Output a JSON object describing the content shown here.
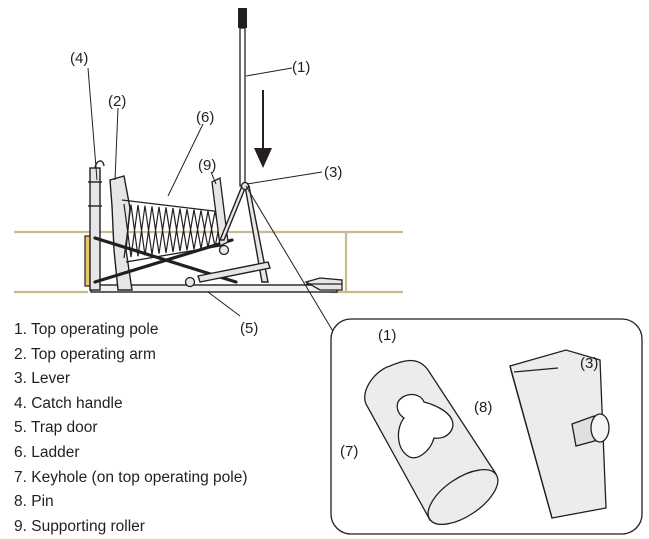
{
  "callouts": {
    "top_operating_pole": "(1)",
    "top_operating_arm": "(2)",
    "lever": "(3)",
    "catch_handle": "(4)",
    "trap_door": "(5)",
    "ladder": "(6)",
    "supporting_roller": "(9)",
    "detail_pole": "(1)",
    "detail_keyhole": "(7)",
    "detail_lever": "(3)",
    "detail_pin": "(8)"
  },
  "legend": [
    "1. Top operating pole",
    "2. Top operating arm",
    "3. Lever",
    "4. Catch handle",
    "5. Trap door",
    "6. Ladder",
    "7. Keyhole (on top operating pole)",
    "8. Pin",
    "9. Supporting roller"
  ],
  "colors": {
    "line": "#231f20",
    "beam": "#c8bd8a",
    "beam_fill": "#efe9c9",
    "metal": "#e6e6e6",
    "wood": "#f2f2f2",
    "catch_yellow": "#e9c86a"
  }
}
